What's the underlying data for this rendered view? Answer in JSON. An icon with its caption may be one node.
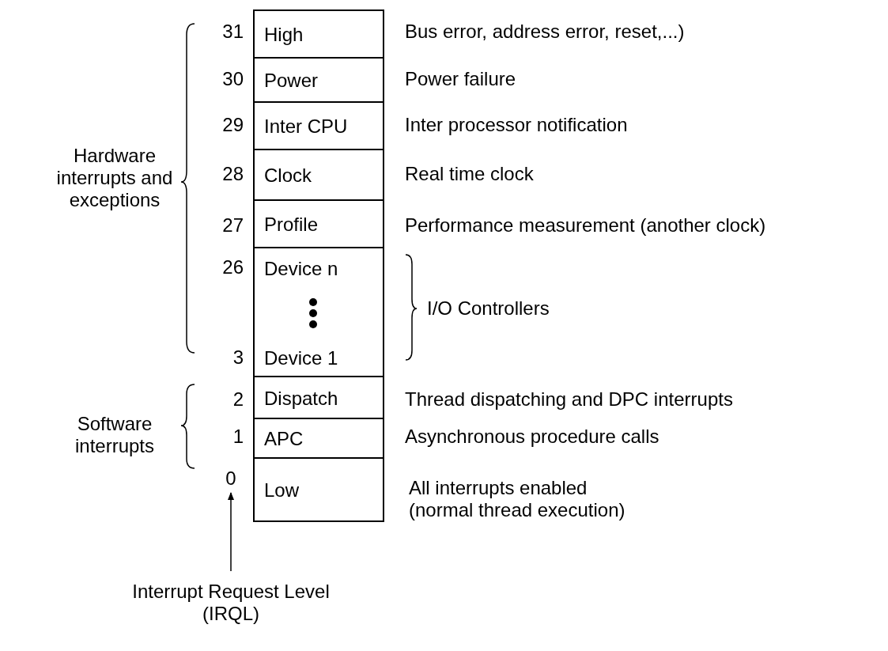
{
  "diagram": {
    "nodes": [
      {
        "text": [
          "High"
        ],
        "beside": [
          "31",
          "Bus error, address error, reset,...)"
        ]
      },
      {
        "text": [
          "Power"
        ],
        "beside": [
          "30",
          "Power failure"
        ]
      },
      {
        "text": [
          "Inter CPU"
        ],
        "beside": [
          "29",
          "Inter processor notification"
        ]
      },
      {
        "text": [
          "Clock"
        ],
        "beside": [
          "28",
          "Real time clock"
        ]
      },
      {
        "text": [
          "Profile"
        ],
        "beside": [
          "27",
          "Performance measurement (another clock)"
        ]
      },
      {
        "text": [
          "Device n",
          "Device 1"
        ],
        "beside": [
          "26",
          "3",
          "I/O Controllers"
        ]
      },
      {
        "text": [
          "Dispatch"
        ],
        "beside": [
          "2",
          "Thread dispatching and DPC interrupts"
        ]
      },
      {
        "text": [
          "APC"
        ],
        "beside": [
          "1",
          "Asynchronous procedure calls"
        ]
      },
      {
        "text": [
          "Low"
        ],
        "beside": [
          "All interrupts enabled (normal thread execution)"
        ]
      },
      {
        "text": [
          "0"
        ]
      },
      {
        "text": [
          "Interrupt Request Level (IRQL)"
        ]
      }
    ],
    "edges": [
      {
        "from": 10,
        "to": 9,
        "arrow": "to"
      }
    ],
    "labels": [
      "Hardware interrupts and exceptions",
      "Software interrupts"
    ]
  }
}
